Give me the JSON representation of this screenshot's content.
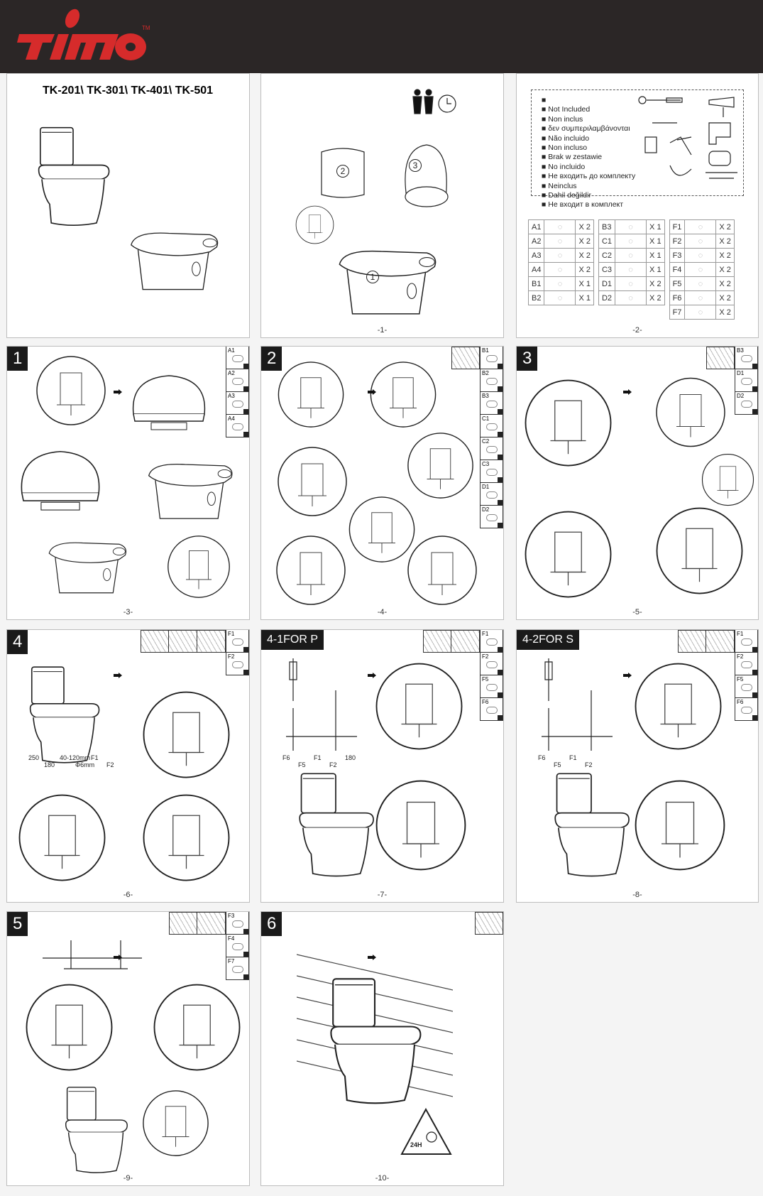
{
  "brand": {
    "logo_text": "TIMO",
    "trademark": "TM",
    "accent": "#d62b2b"
  },
  "cover": {
    "models": "TK-201\\ TK-301\\ TK-401\\ TK-501"
  },
  "page1": {
    "page": "-1-",
    "parts": [
      "1",
      "2",
      "3"
    ]
  },
  "page2": {
    "page": "-2-",
    "not_included": [
      "Not Included",
      "Non inclus",
      "δεν συμπεριλαμβάνονται",
      "Não incluido",
      "Non incluso",
      "Brak w zestawie",
      "No incluido",
      "Не входить до комплекту",
      "Neinclus",
      "Dahil değildir",
      "Не входит в комплект"
    ],
    "tables": [
      [
        [
          "A1",
          "X 2"
        ],
        [
          "A2",
          "X 2"
        ],
        [
          "A3",
          "X 2"
        ],
        [
          "A4",
          "X 2"
        ],
        [
          "B1",
          "X 1"
        ],
        [
          "B2",
          "X 1"
        ]
      ],
      [
        [
          "B3",
          "X 1"
        ],
        [
          "C1",
          "X 1"
        ],
        [
          "C2",
          "X 1"
        ],
        [
          "C3",
          "X 1"
        ],
        [
          "D1",
          "X 2"
        ],
        [
          "D2",
          "X 2"
        ]
      ],
      [
        [
          "F1",
          "X 2"
        ],
        [
          "F2",
          "X 2"
        ],
        [
          "F3",
          "X 2"
        ],
        [
          "F4",
          "X 2"
        ],
        [
          "F5",
          "X 2"
        ],
        [
          "F6",
          "X 2"
        ],
        [
          "F7",
          "X 2"
        ]
      ]
    ]
  },
  "steps": [
    {
      "badge": "1",
      "page": "-3-",
      "tools": 0,
      "parts": [
        "A1",
        "A2",
        "A3",
        "A4"
      ]
    },
    {
      "badge": "2",
      "page": "-4-",
      "tools": 1,
      "parts": [
        "B1",
        "B2",
        "B3",
        "C1",
        "C2",
        "C3",
        "D1",
        "D2"
      ]
    },
    {
      "badge": "3",
      "page": "-5-",
      "tools": 1,
      "parts": [
        "B3",
        "D1",
        "D2"
      ]
    },
    {
      "badge": "4",
      "page": "-6-",
      "tools": 3,
      "parts": [
        "F1",
        "F2"
      ],
      "labels": [
        "250",
        "180",
        "40-120mm",
        "Φ6mm",
        "F1",
        "F2"
      ]
    },
    {
      "badge": "4-1FOR P",
      "page": "-7-",
      "tools": 2,
      "parts": [
        "F1",
        "F2",
        "F5",
        "F6"
      ],
      "labels": [
        "F6",
        "F5",
        "F1",
        "F2",
        "180"
      ]
    },
    {
      "badge": "4-2FOR S",
      "page": "-8-",
      "tools": 2,
      "parts": [
        "F1",
        "F2",
        "F5",
        "F6"
      ],
      "labels": [
        "F6",
        "F5",
        "F1",
        "F2"
      ]
    },
    {
      "badge": "5",
      "page": "-9-",
      "tools": 2,
      "parts": [
        "F3",
        "F4",
        "F7"
      ]
    },
    {
      "badge": "6",
      "page": "-10-",
      "tools": 1,
      "parts": [],
      "labels": [
        "24H"
      ]
    }
  ]
}
